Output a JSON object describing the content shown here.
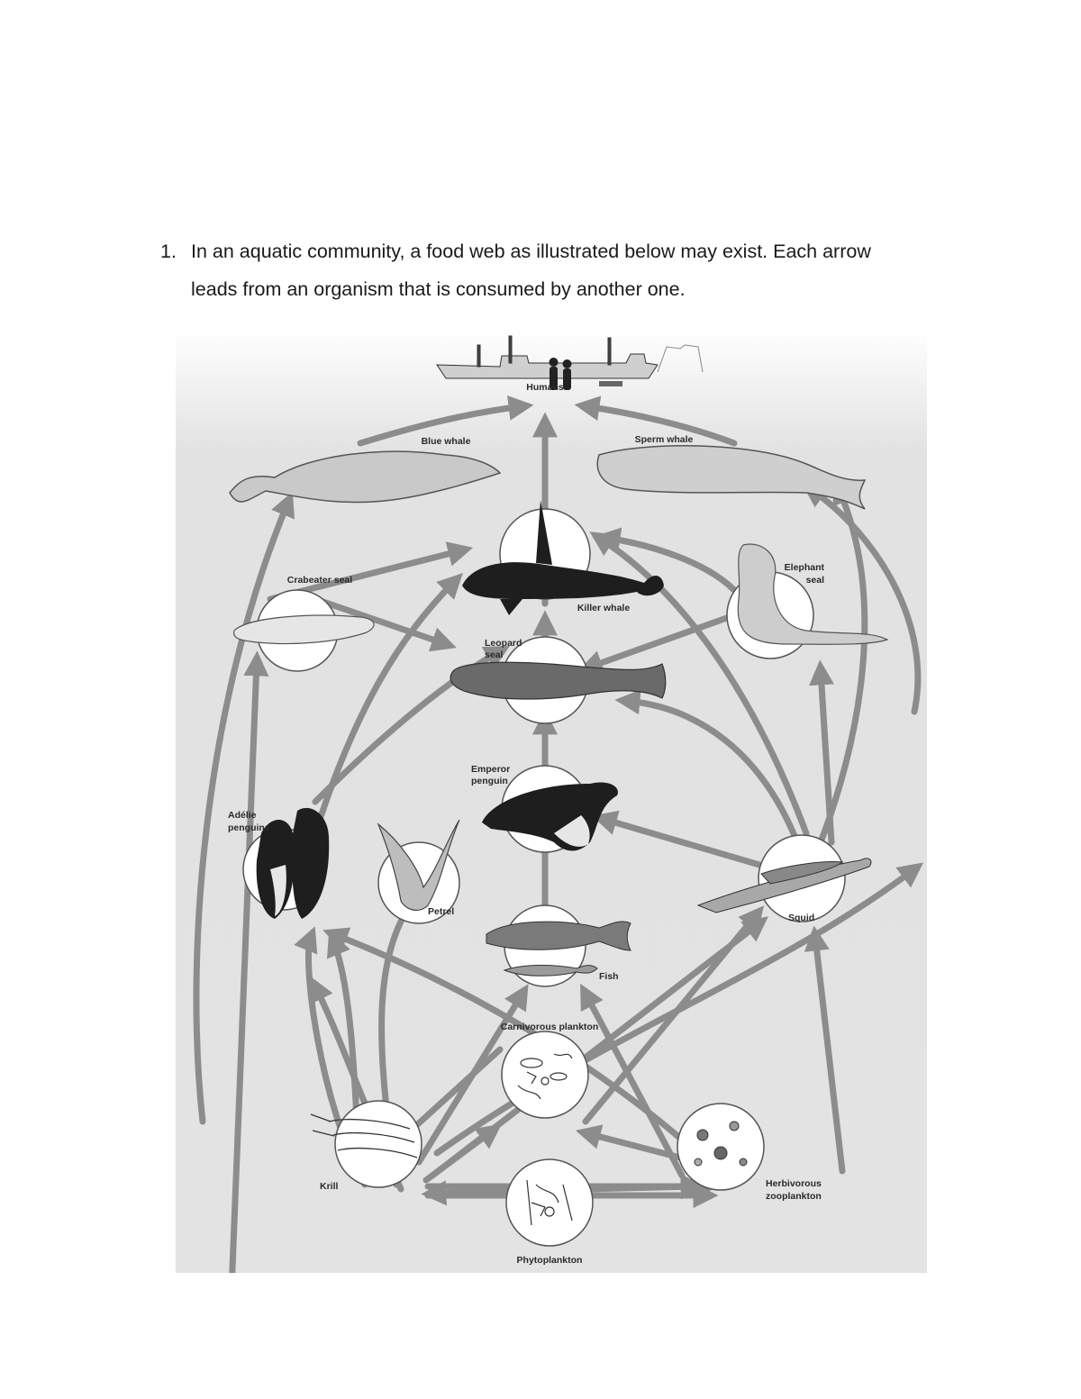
{
  "question": {
    "number": "1.",
    "line1": "In an aquatic community, a food web as illustrated below may exist.  Each arrow",
    "line2": "leads from an organism that is consumed by another one."
  },
  "food_web": {
    "nodes": {
      "humans": "Humans",
      "blue_whale": "Blue whale",
      "sperm_whale": "Sperm whale",
      "killer_whale": "Killer whale",
      "crabeater_seal": "Crabeater seal",
      "elephant_seal_1": "Elephant",
      "elephant_seal_2": "seal",
      "leopard_seal_1": "Leopard",
      "leopard_seal_2": "seal",
      "emperor_penguin_1": "Emperor",
      "emperor_penguin_2": "penguin",
      "adelie_penguins_1": "Adélie",
      "adelie_penguins_2": "penguins",
      "petrel": "Petrel",
      "fish": "Fish",
      "squid": "Squid",
      "carnivorous_plankton": "Carnivorous plankton",
      "krill": "Krill",
      "herbivorous_zooplankton_1": "Herbivorous",
      "herbivorous_zooplankton_2": "zooplankton",
      "phytoplankton": "Phytoplankton"
    },
    "colors": {
      "arrow": "#8c8c8c",
      "background": "#e3e3e3",
      "animal_dark": "#1e1e1e",
      "animal_light": "#bdbdbd"
    }
  }
}
